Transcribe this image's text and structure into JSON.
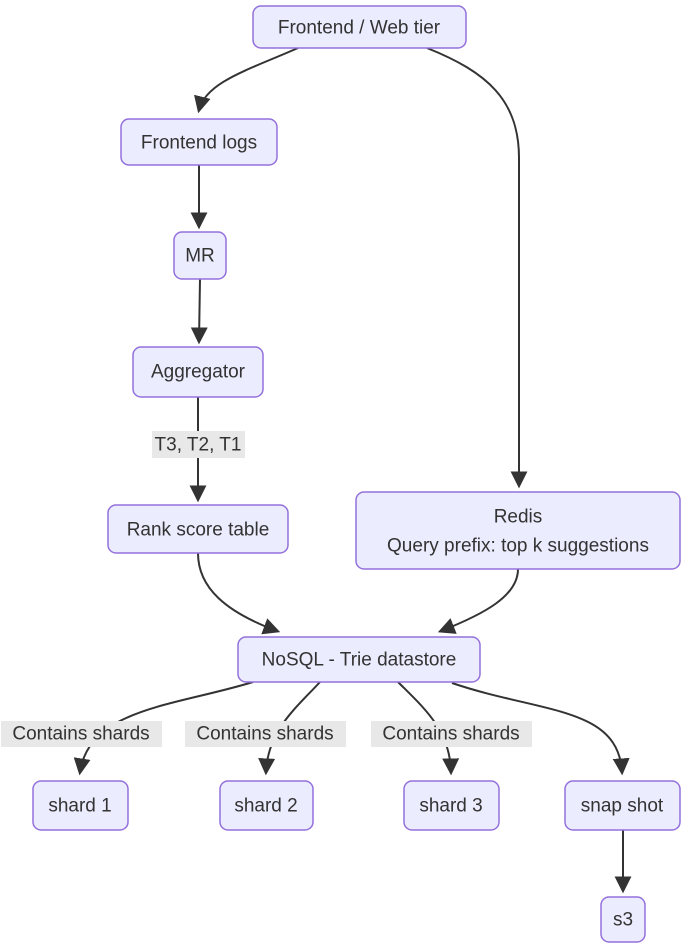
{
  "diagram": {
    "type": "flowchart",
    "colors": {
      "background": "#ffffff",
      "node_fill": "#ECECFF",
      "node_border": "#9370DB",
      "edge": "#333333",
      "edge_label_bg": "#e8e8e8",
      "text": "#333333"
    },
    "nodes": {
      "frontend_web_tier": {
        "label": "Frontend / Web tier"
      },
      "frontend_logs": {
        "label": "Frontend logs"
      },
      "mr": {
        "label": "MR"
      },
      "aggregator": {
        "label": "Aggregator"
      },
      "rank_score_table": {
        "label": "Rank score table"
      },
      "redis": {
        "line1": "Redis",
        "line2": "Query prefix: top k suggestions"
      },
      "nosql": {
        "label": "NoSQL - Trie datastore"
      },
      "shard1": {
        "label": "shard 1"
      },
      "shard2": {
        "label": "shard 2"
      },
      "shard3": {
        "label": "shard 3"
      },
      "snapshot": {
        "label": "snap shot"
      },
      "s3": {
        "label": "s3"
      }
    },
    "edge_labels": {
      "aggregator_to_rank": "T3, T2, T1",
      "contains_shards": "Contains shards"
    },
    "edges": [
      {
        "from": "Frontend / Web tier",
        "to": "Frontend logs"
      },
      {
        "from": "Frontend / Web tier",
        "to": "Redis"
      },
      {
        "from": "Frontend logs",
        "to": "MR"
      },
      {
        "from": "MR",
        "to": "Aggregator"
      },
      {
        "from": "Aggregator",
        "to": "Rank score table",
        "label": "T3, T2, T1"
      },
      {
        "from": "Rank score table",
        "to": "NoSQL - Trie datastore"
      },
      {
        "from": "Redis",
        "to": "NoSQL - Trie datastore"
      },
      {
        "from": "NoSQL - Trie datastore",
        "to": "shard 1",
        "label": "Contains shards"
      },
      {
        "from": "NoSQL - Trie datastore",
        "to": "shard 2",
        "label": "Contains shards"
      },
      {
        "from": "NoSQL - Trie datastore",
        "to": "shard 3",
        "label": "Contains shards"
      },
      {
        "from": "NoSQL - Trie datastore",
        "to": "snap shot"
      },
      {
        "from": "snap shot",
        "to": "s3"
      }
    ]
  }
}
